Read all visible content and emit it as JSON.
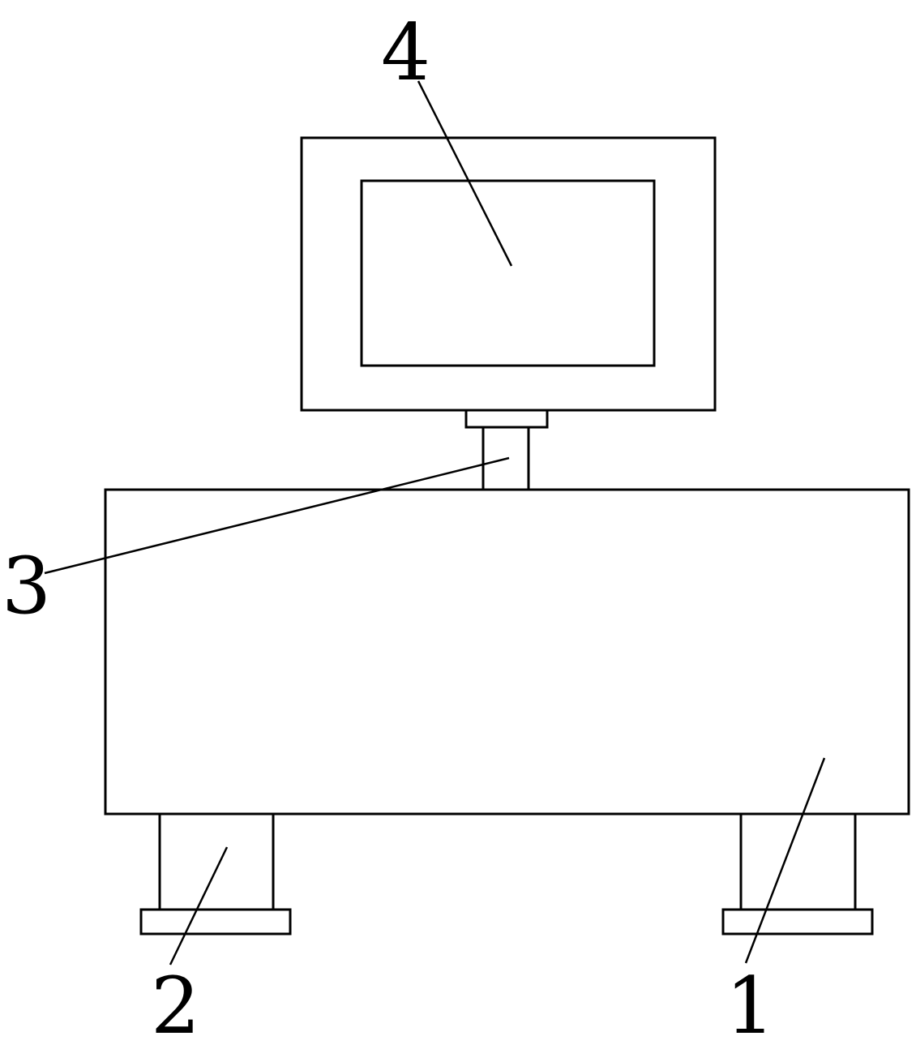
{
  "labels": {
    "body": "1",
    "support_leg": "2",
    "support_column": "3",
    "display_screen": "4"
  },
  "colors": {
    "line": "#000000",
    "background": "#ffffff"
  }
}
